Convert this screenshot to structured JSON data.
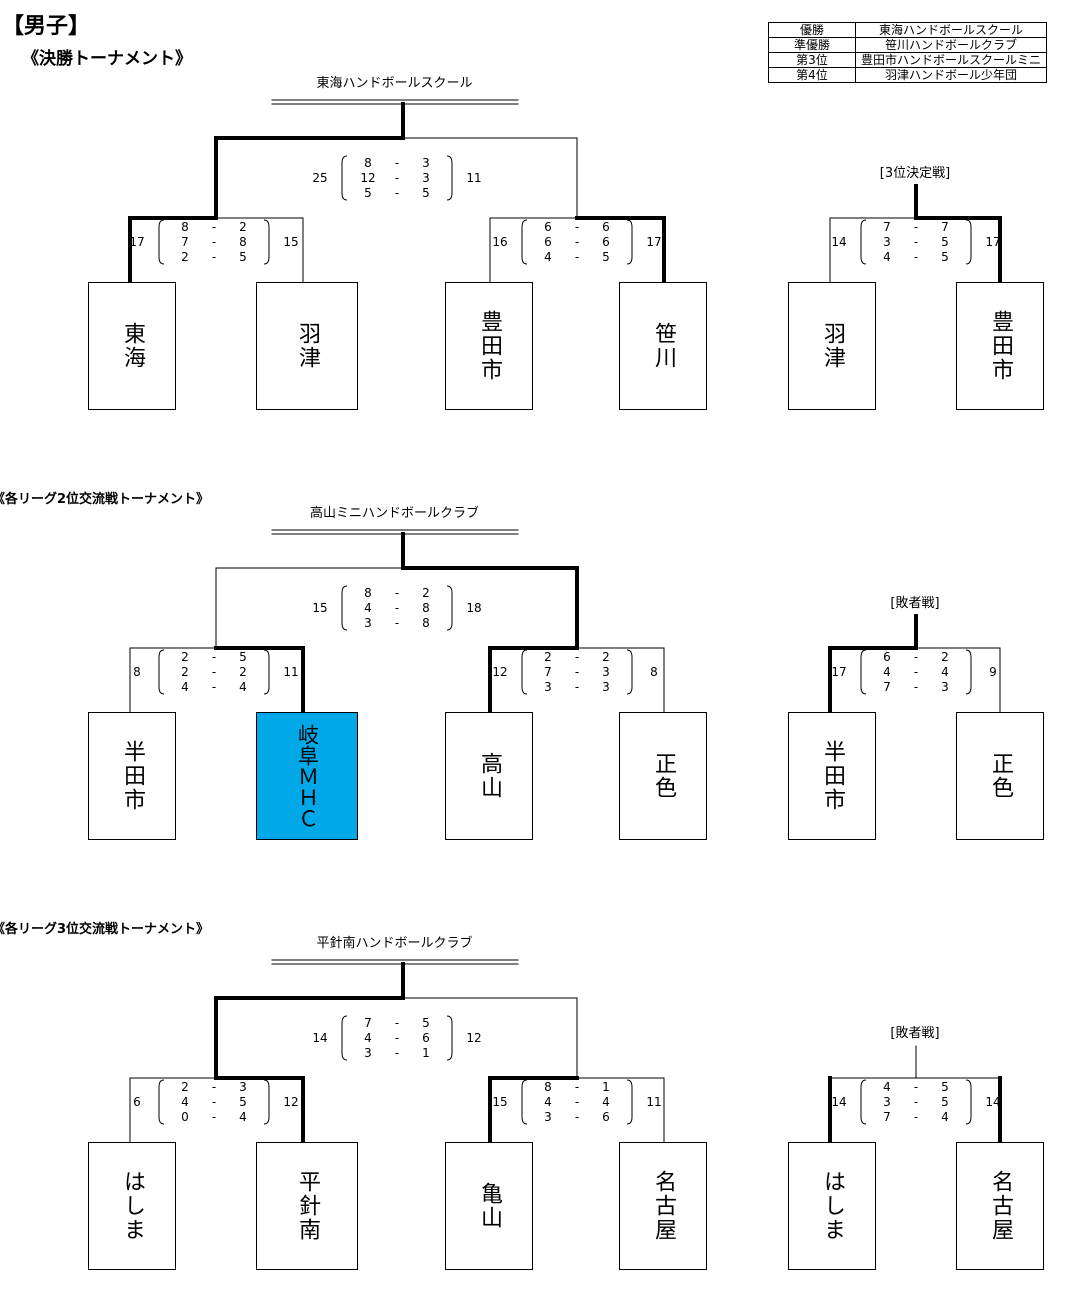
{
  "title": "【男子】",
  "subtitle": "《決勝トーナメント》",
  "results": [
    {
      "rank": "優勝",
      "team": "東海ハンドボールスクール"
    },
    {
      "rank": "準優勝",
      "team": "笹川ハンドボールクラブ"
    },
    {
      "rank": "第3位",
      "team": "豊田市ハンドボールスクールミニ"
    },
    {
      "rank": "第4位",
      "team": "羽津ハンドボール少年団"
    }
  ],
  "sections": [
    {
      "heading": "",
      "winner": "東海ハンドボールスクール",
      "side_label": "[3位決定戦]",
      "final": {
        "left_total": "25",
        "right_total": "11",
        "sets": [
          [
            "8",
            "3"
          ],
          [
            "12",
            "3"
          ],
          [
            "5",
            "5"
          ]
        ]
      },
      "semi_left": {
        "left_total": "17",
        "right_total": "15",
        "sets": [
          [
            "8",
            "2"
          ],
          [
            "7",
            "8"
          ],
          [
            "2",
            "5"
          ]
        ]
      },
      "semi_right": {
        "left_total": "16",
        "right_total": "17",
        "sets": [
          [
            "6",
            "6"
          ],
          [
            "6",
            "6"
          ],
          [
            "4",
            "5"
          ]
        ]
      },
      "side": {
        "left_total": "14",
        "right_total": "17",
        "sets": [
          [
            "7",
            "7"
          ],
          [
            "3",
            "5"
          ],
          [
            "4",
            "5"
          ]
        ]
      },
      "teams": [
        "東海",
        "羽津",
        "豊田市",
        "笹川"
      ],
      "side_teams": [
        "羽津",
        "豊田市"
      ]
    },
    {
      "heading": "《各リーグ2位交流戦トーナメント》",
      "winner": "高山ミニハンドボールクラブ",
      "side_label": "[敗者戦]",
      "final": {
        "left_total": "15",
        "right_total": "18",
        "sets": [
          [
            "8",
            "2"
          ],
          [
            "4",
            "8"
          ],
          [
            "3",
            "8"
          ]
        ]
      },
      "semi_left": {
        "left_total": "8",
        "right_total": "11",
        "sets": [
          [
            "2",
            "5"
          ],
          [
            "2",
            "2"
          ],
          [
            "4",
            "4"
          ]
        ]
      },
      "semi_right": {
        "left_total": "12",
        "right_total": "8",
        "sets": [
          [
            "2",
            "2"
          ],
          [
            "7",
            "3"
          ],
          [
            "3",
            "3"
          ]
        ]
      },
      "side": {
        "left_total": "17",
        "right_total": "9",
        "sets": [
          [
            "6",
            "2"
          ],
          [
            "4",
            "4"
          ],
          [
            "7",
            "3"
          ]
        ]
      },
      "teams": [
        "半田市",
        "岐阜ＭＨＣ",
        "高山",
        "正色"
      ],
      "side_teams": [
        "半田市",
        "正色"
      ]
    },
    {
      "heading": "《各リーグ3位交流戦トーナメント》",
      "winner": "平針南ハンドボールクラブ",
      "side_label": "[敗者戦]",
      "final": {
        "left_total": "14",
        "right_total": "12",
        "sets": [
          [
            "7",
            "5"
          ],
          [
            "4",
            "6"
          ],
          [
            "3",
            "1"
          ]
        ]
      },
      "semi_left": {
        "left_total": "6",
        "right_total": "12",
        "sets": [
          [
            "2",
            "3"
          ],
          [
            "4",
            "5"
          ],
          [
            "0",
            "4"
          ]
        ]
      },
      "semi_right": {
        "left_total": "15",
        "right_total": "11",
        "sets": [
          [
            "8",
            "1"
          ],
          [
            "4",
            "4"
          ],
          [
            "3",
            "6"
          ]
        ]
      },
      "side": {
        "left_total": "14",
        "right_total": "14",
        "sets": [
          [
            "4",
            "5"
          ],
          [
            "3",
            "5"
          ],
          [
            "7",
            "4"
          ]
        ]
      },
      "teams": [
        "はしま",
        "平針南",
        "亀山",
        "名古屋"
      ],
      "side_teams": [
        "はしま",
        "名古屋"
      ]
    }
  ],
  "highlight_color": "#00a8e8"
}
